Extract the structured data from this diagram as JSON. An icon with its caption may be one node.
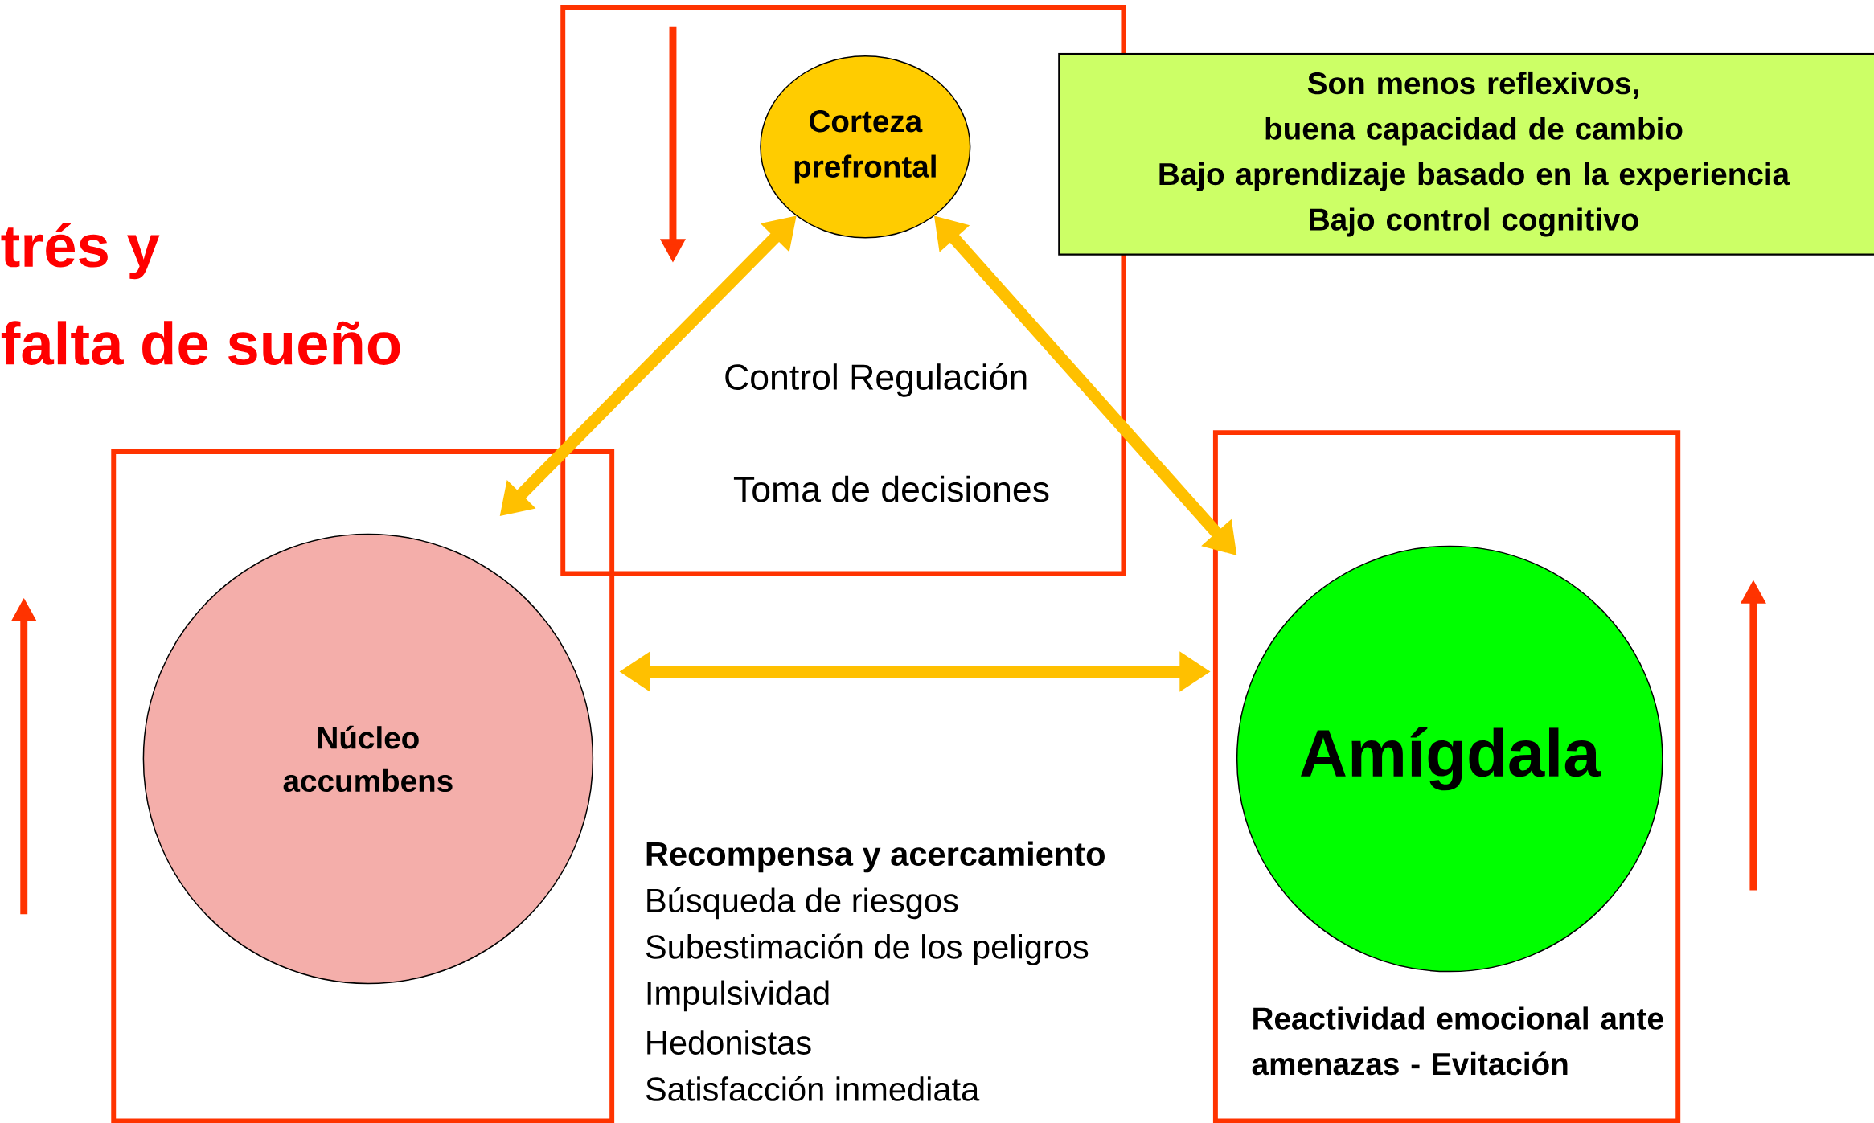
{
  "diagram": {
    "nodes": [
      {
        "text": [
          "Control Regulación",
          "Toma de decisiones"
        ]
      },
      {
        "text": [
          "Corteza prefrontal"
        ],
        "in": 0
      },
      {
        "text": [
          "Son menos reflexivos, buena capacidad de cambio",
          "Bajo aprendizaje basado en la experiencia",
          "Bajo control cognitivo"
        ]
      },
      {
        "text": [],
        "shape": "box"
      },
      {
        "text": [
          "Núcleo accumbens"
        ],
        "in": 3
      },
      {
        "text": [
          "Reactividad emocional ante amenazas - Evitación"
        ]
      },
      {
        "text": [
          "Amígdala"
        ],
        "in": 5
      }
    ],
    "edges": [
      {
        "from": 1,
        "to": 3,
        "arrow": "both"
      },
      {
        "from": 1,
        "to": 5,
        "arrow": "both"
      },
      {
        "from": 3,
        "to": 5,
        "arrow": "both"
      }
    ],
    "labels": [
      "trés y",
      "falta de sueño",
      "Recompensa y acercamiento",
      "Búsqueda de riesgos",
      "Subestimación de los peligros",
      "Impulsividad",
      "Hedonistas",
      "Satisfacción inmediata"
    ]
  }
}
